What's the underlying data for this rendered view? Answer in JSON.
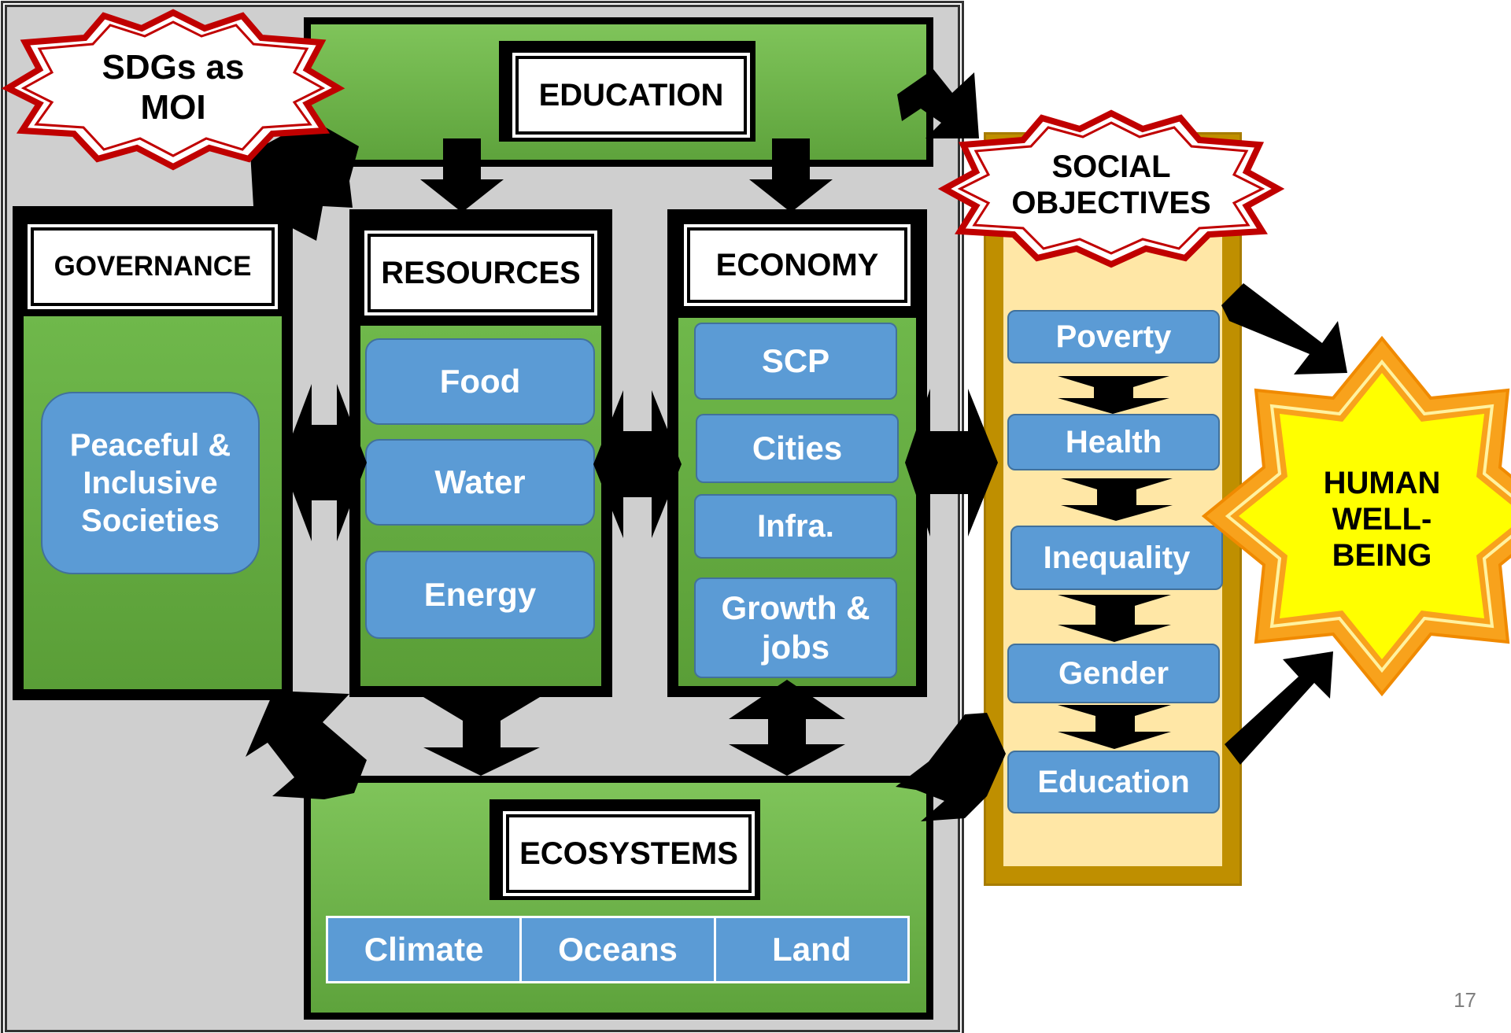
{
  "diagram": {
    "sdgs_label": "SDGs as MOI",
    "education": {
      "title": "EDUCATION"
    },
    "governance": {
      "title": "GOVERNANCE",
      "items": [
        "Peaceful & Inclusive Societies"
      ]
    },
    "resources": {
      "title": "RESOURCES",
      "items": [
        "Food",
        "Water",
        "Energy"
      ]
    },
    "economy": {
      "title": "ECONOMY",
      "items": [
        "SCP",
        "Cities",
        "Infra.",
        "Growth & jobs"
      ]
    },
    "ecosystems": {
      "title": "ECOSYSTEMS",
      "items": [
        "Climate",
        "Oceans",
        "Land"
      ]
    },
    "social": {
      "title": "SOCIAL OBJECTIVES",
      "items": [
        "Poverty",
        "Health",
        "Inequality",
        "Gender",
        "Education"
      ]
    },
    "wellbeing": "HUMAN WELL-BEING",
    "page_number": "17"
  },
  "colors": {
    "green": "#6aad45",
    "blue_box": "#5b9bd5",
    "gray_panel": "#cfcfcf",
    "social_panel_fill": "#ffe7a6",
    "social_panel_border": "#bf8f00",
    "star_yellow": "#ffff00",
    "star_orange": "#f8a21c",
    "badge_red": "#c00000"
  }
}
